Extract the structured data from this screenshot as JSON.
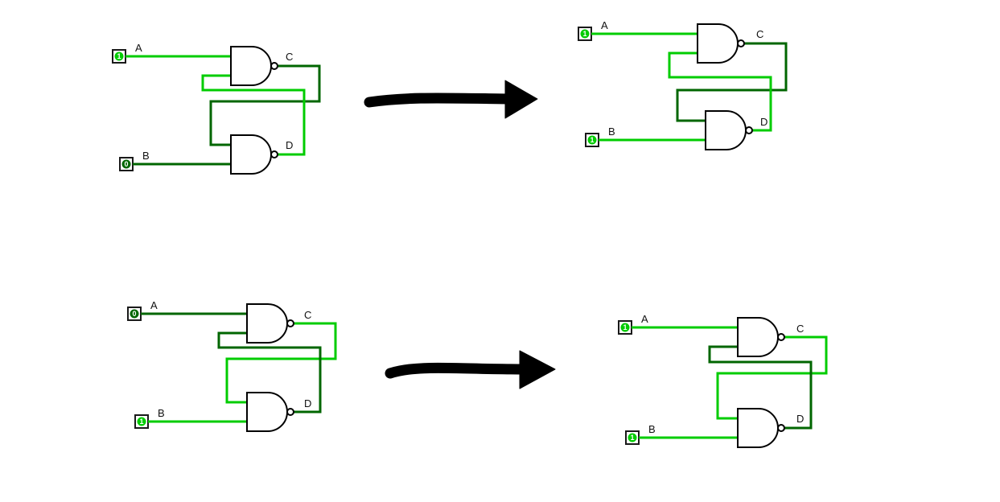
{
  "colors": {
    "high": "#00cc00",
    "low": "#006600",
    "ink": "#000000"
  },
  "circuits": {
    "tl": {
      "inputs": {
        "a": {
          "label": "A",
          "value": "1",
          "state": "high"
        },
        "b": {
          "label": "B",
          "value": "0",
          "state": "low"
        }
      },
      "outputs": {
        "c": {
          "label": "C",
          "state": "low"
        },
        "d": {
          "label": "D",
          "state": "high"
        }
      }
    },
    "tr": {
      "inputs": {
        "a": {
          "label": "A",
          "value": "1",
          "state": "high"
        },
        "b": {
          "label": "B",
          "value": "1",
          "state": "high"
        }
      },
      "outputs": {
        "c": {
          "label": "C",
          "state": "low"
        },
        "d": {
          "label": "D",
          "state": "high"
        }
      }
    },
    "bl": {
      "inputs": {
        "a": {
          "label": "A",
          "value": "0",
          "state": "low"
        },
        "b": {
          "label": "B",
          "value": "1",
          "state": "high"
        }
      },
      "outputs": {
        "c": {
          "label": "C",
          "state": "high"
        },
        "d": {
          "label": "D",
          "state": "low"
        }
      }
    },
    "br": {
      "inputs": {
        "a": {
          "label": "A",
          "value": "1",
          "state": "high"
        },
        "b": {
          "label": "B",
          "value": "1",
          "state": "high"
        }
      },
      "outputs": {
        "c": {
          "label": "C",
          "state": "high"
        },
        "d": {
          "label": "D",
          "state": "low"
        }
      }
    }
  }
}
